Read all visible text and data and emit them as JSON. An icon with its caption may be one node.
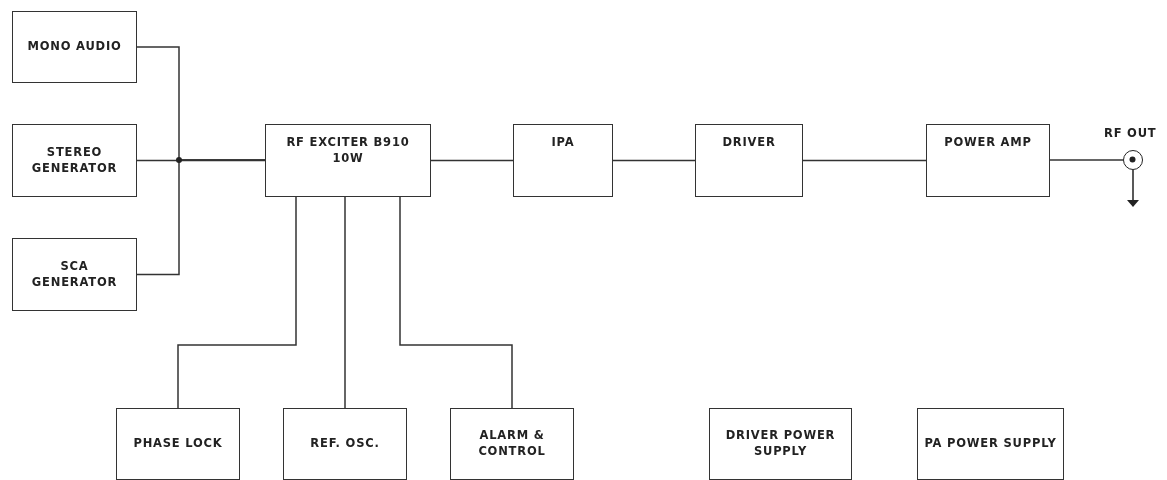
{
  "diagram": {
    "nodes": [
      {
        "text": [
          "MONO AUDIO"
        ]
      },
      {
        "text": [
          "STEREO GENERATOR"
        ]
      },
      {
        "text": [
          "SCA GENERATOR"
        ]
      },
      {
        "text": [
          "RF EXCITER B910 10W"
        ]
      },
      {
        "text": [
          "IPA"
        ]
      },
      {
        "text": [
          "DRIVER"
        ]
      },
      {
        "text": [
          "POWER AMP"
        ]
      },
      {
        "text": [],
        "shape": "circle",
        "beside": [
          "RF OUT"
        ]
      },
      {
        "text": [
          "PHASE LOCK"
        ]
      },
      {
        "text": [
          "REF. OSC."
        ]
      },
      {
        "text": [
          "ALARM & CONTROL"
        ]
      },
      {
        "text": [
          "DRIVER POWER SUPPLY"
        ]
      },
      {
        "text": [
          "PA POWER SUPPLY"
        ]
      }
    ],
    "edges": [
      {
        "from": 0,
        "to": 3,
        "arrow": "none"
      },
      {
        "from": 1,
        "to": 3,
        "arrow": "none"
      },
      {
        "from": 2,
        "to": 3,
        "arrow": "none"
      },
      {
        "from": 3,
        "to": 4,
        "arrow": "none"
      },
      {
        "from": 4,
        "to": 5,
        "arrow": "none"
      },
      {
        "from": 5,
        "to": 6,
        "arrow": "none"
      },
      {
        "from": 6,
        "to": 7,
        "arrow": "none"
      },
      {
        "from": 3,
        "to": 8,
        "arrow": "none"
      },
      {
        "from": 3,
        "to": 9,
        "arrow": "none"
      },
      {
        "from": 3,
        "to": 10,
        "arrow": "none"
      }
    ]
  }
}
